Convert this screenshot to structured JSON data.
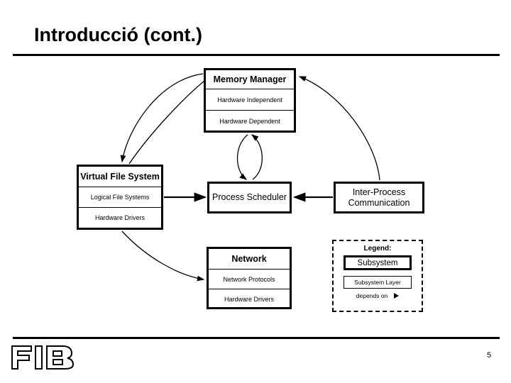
{
  "slide": {
    "title": "Introducció (cont.)",
    "page_number": "5",
    "logo_text": "FIB",
    "background_color": "#ffffff",
    "line_color": "#000000"
  },
  "diagram": {
    "type": "operating-system-subsystem-dependency-diagram",
    "subsystems": [
      {
        "id": "memory-manager",
        "title": "Memory Manager",
        "layers": [
          "Hardware Independent",
          "Hardware Dependent"
        ]
      },
      {
        "id": "virtual-file-system",
        "title": "Virtual File System",
        "layers": [
          "Logical File Systems",
          "Hardware Drivers"
        ]
      },
      {
        "id": "process-scheduler",
        "title": "Process Scheduler",
        "layers": []
      },
      {
        "id": "inter-process-communication",
        "title": "Inter-Process Communication",
        "layers": []
      },
      {
        "id": "network",
        "title": "Network",
        "layers": [
          "Network Protocols",
          "Hardware Drivers"
        ]
      }
    ],
    "dependencies": [
      {
        "from": "memory-manager",
        "to": "virtual-file-system",
        "style": "curved"
      },
      {
        "from": "virtual-file-system",
        "to": "memory-manager",
        "style": "curved"
      },
      {
        "from": "memory-manager",
        "to": "process-scheduler",
        "style": "curved"
      },
      {
        "from": "process-scheduler",
        "to": "memory-manager",
        "style": "curved"
      },
      {
        "from": "virtual-file-system",
        "to": "process-scheduler",
        "style": "straight"
      },
      {
        "from": "inter-process-communication",
        "to": "process-scheduler",
        "style": "straight"
      },
      {
        "from": "inter-process-communication",
        "to": "memory-manager",
        "style": "curved"
      },
      {
        "from": "virtual-file-system",
        "to": "network",
        "style": "curved"
      }
    ]
  },
  "legend": {
    "title": "Legend:",
    "subsystem_label": "Subsystem",
    "layer_label": "Subsystem Layer",
    "depends_label": "depends on"
  }
}
